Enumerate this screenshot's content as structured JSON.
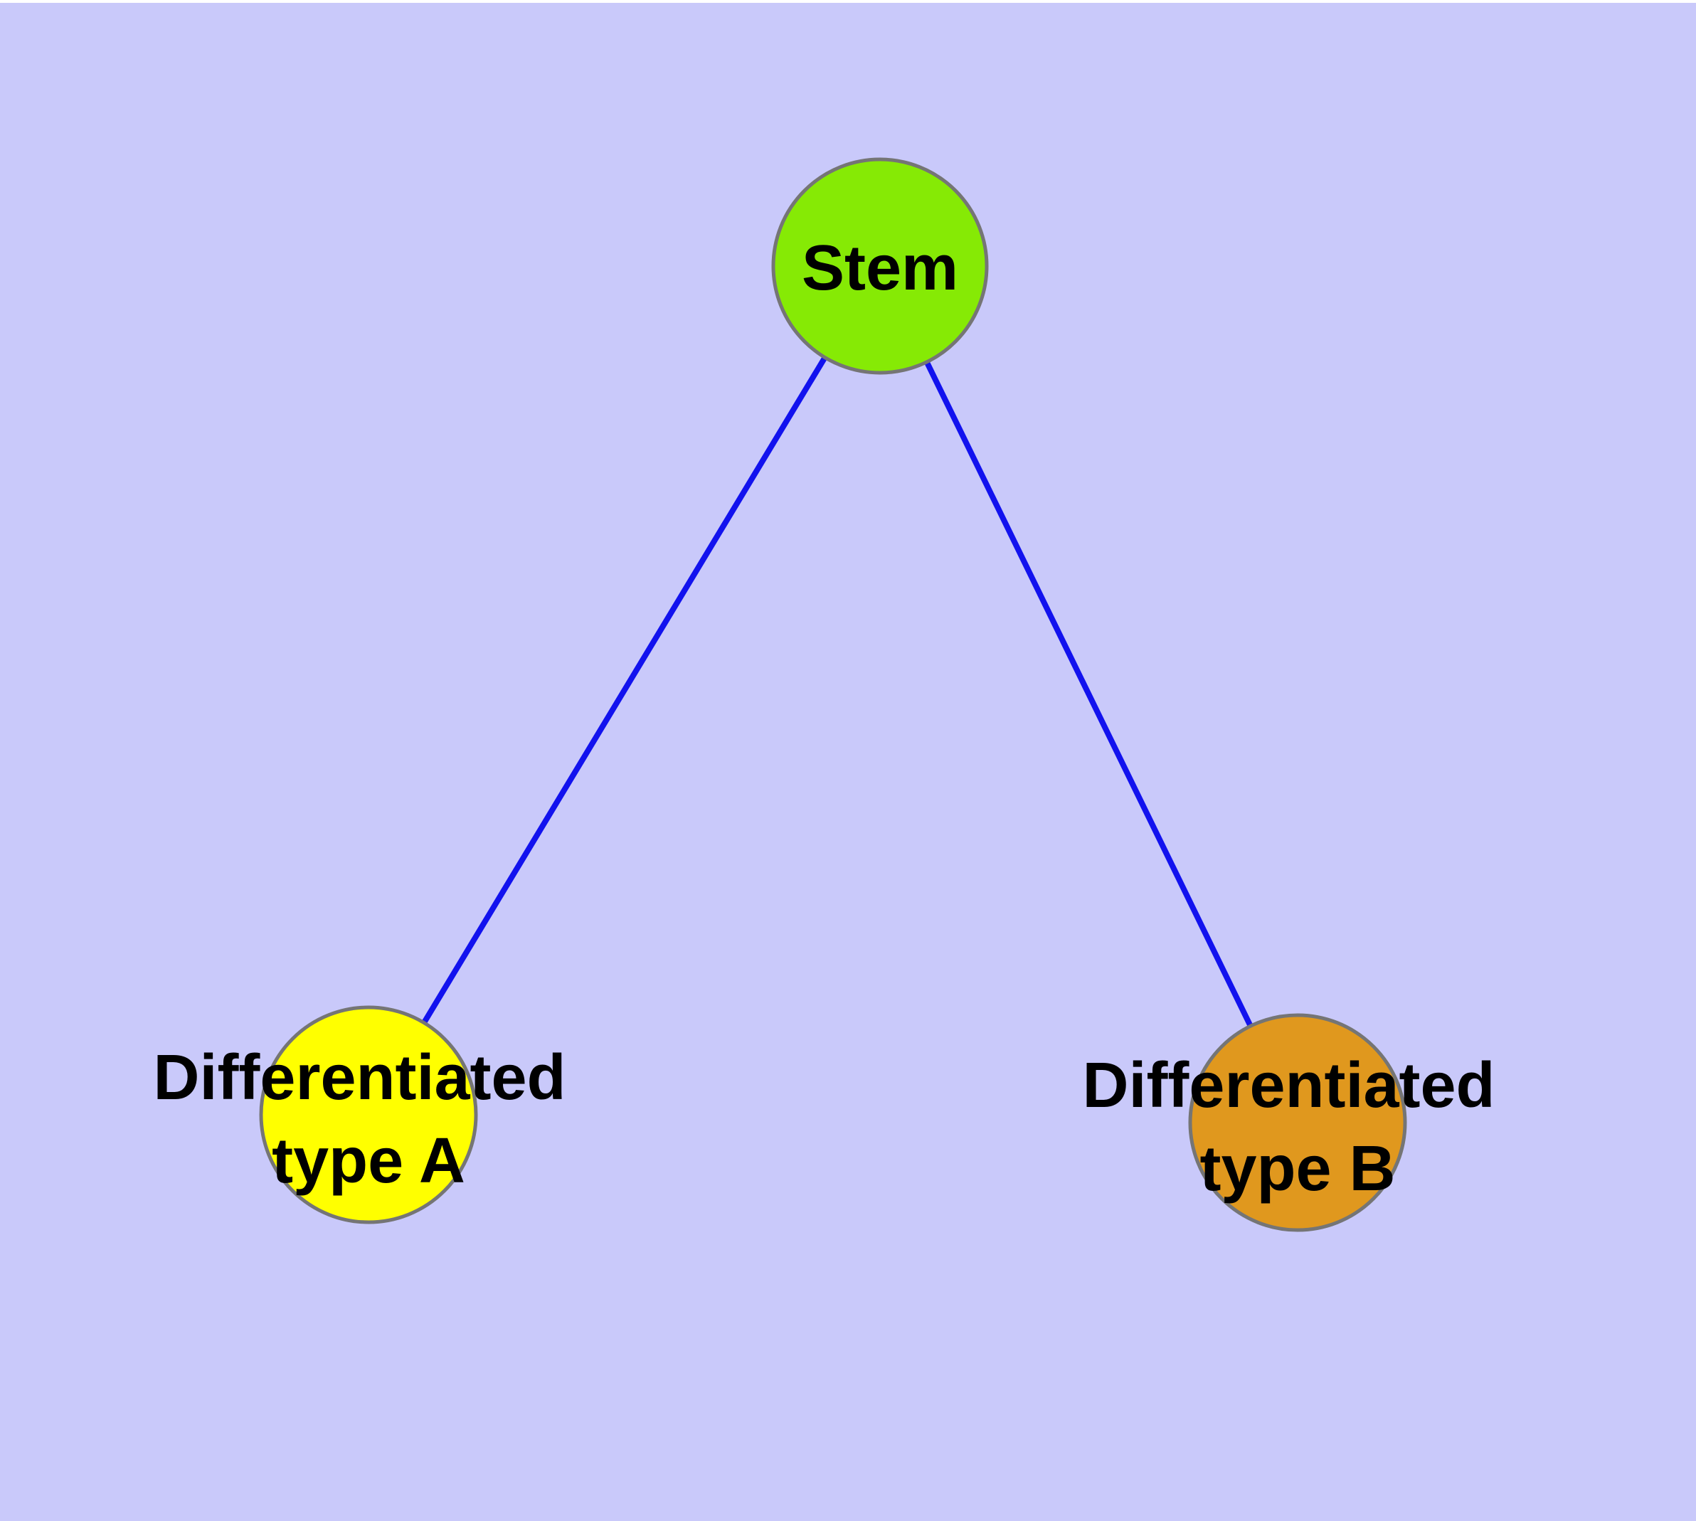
{
  "figure": {
    "kind": "network-diagram",
    "background_color": "#C9C9FA",
    "top_strip_color": "#FFFFFF",
    "edge_color": "#1212EE",
    "node_border_color": "#757575",
    "label_color": "#000000"
  },
  "nodes": [
    {
      "id": "stem",
      "label": "Stem",
      "label_line1": "Stem",
      "label_line2": "",
      "color": "#86EA05"
    },
    {
      "id": "differentiated-type-a",
      "label": "Differentiated type A",
      "label_line1": "Differentiated",
      "label_line2": "type A",
      "color": "#FFFF00"
    },
    {
      "id": "differentiated-type-b",
      "label": "Differentiated type B",
      "label_line1": "Differentiated",
      "label_line2": "type B",
      "color": "#E0981E"
    }
  ],
  "edges": [
    {
      "from": "Stem",
      "to": "Differentiated type A"
    },
    {
      "from": "Stem",
      "to": "Differentiated type B"
    }
  ]
}
